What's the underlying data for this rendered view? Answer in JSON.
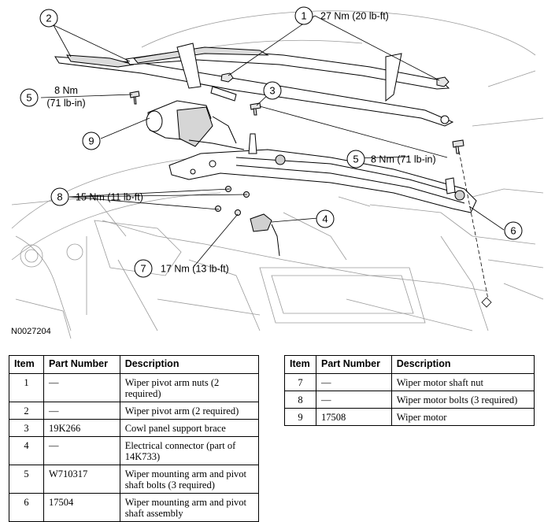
{
  "figure_ref": "N0027204",
  "callouts": {
    "c1": {
      "num": "1",
      "text": "27 Nm (20 lb-ft)"
    },
    "c2": {
      "num": "2"
    },
    "c3": {
      "num": "3"
    },
    "c4": {
      "num": "4"
    },
    "c5a": {
      "num": "5",
      "line1": "8 Nm",
      "line2": "(71 lb-in)"
    },
    "c5b": {
      "num": "5",
      "text": "8 Nm (71 lb-in)"
    },
    "c6": {
      "num": "6"
    },
    "c7": {
      "num": "7",
      "text": "17 Nm (13 lb-ft)"
    },
    "c8": {
      "num": "8",
      "text": "15 Nm (11 lb-ft)"
    },
    "c9": {
      "num": "9"
    }
  },
  "table_headers": {
    "item": "Item",
    "part_number": "Part Number",
    "description": "Description"
  },
  "parts_left": [
    {
      "item": "1",
      "part": "—",
      "desc": "Wiper pivot arm nuts (2 required)"
    },
    {
      "item": "2",
      "part": "—",
      "desc": "Wiper pivot arm (2 required)"
    },
    {
      "item": "3",
      "part": "19K266",
      "desc": "Cowl panel support brace"
    },
    {
      "item": "4",
      "part": "—",
      "desc": "Electrical connector (part of 14K733)"
    },
    {
      "item": "5",
      "part": "W710317",
      "desc": "Wiper mounting arm and pivot shaft bolts (3 required)"
    },
    {
      "item": "6",
      "part": "17504",
      "desc": "Wiper mounting arm and pivot shaft assembly"
    }
  ],
  "parts_right": [
    {
      "item": "7",
      "part": "—",
      "desc": "Wiper motor shaft nut"
    },
    {
      "item": "8",
      "part": "—",
      "desc": "Wiper motor bolts (3 required)"
    },
    {
      "item": "9",
      "part": "17508",
      "desc": "Wiper motor"
    }
  ]
}
